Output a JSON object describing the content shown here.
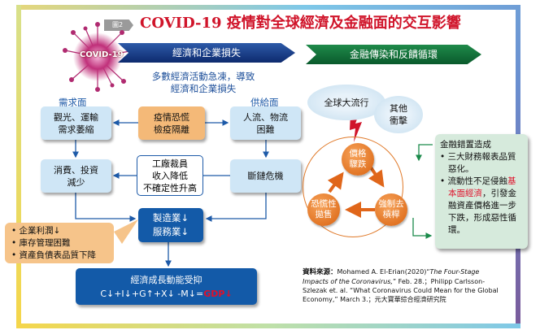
{
  "figure_tag": "圖2",
  "title": "COVID-19 疫情對全球經濟及金融面的交互影響",
  "virus_label": "COVID-19",
  "banners": {
    "economic": "經濟和企業損失",
    "financial": "金融傳染和反饋循環"
  },
  "subtitle": {
    "line1": "多數經濟活動急凍，導致",
    "line2": "經濟和企業損失"
  },
  "labels": {
    "demand": "需求面",
    "supply": "供給面"
  },
  "boxes": {
    "tourism": {
      "line1": "觀光、運輸",
      "line2": "需求萎縮"
    },
    "panic": {
      "line1": "疫情恐慌",
      "line2": "檢疫隔離"
    },
    "logistics": {
      "line1": "人流、物流",
      "line2": "困難"
    },
    "consumption": {
      "line1": "消費、投資",
      "line2": "減少"
    },
    "layoffs": {
      "line1": "工廠裁員",
      "line2": "收入降低",
      "line3": "不確定性升高"
    },
    "supply_chain": "斷鏈危機",
    "industry": {
      "line1": "製造業↓",
      "line2": "服務業↓"
    },
    "growth": {
      "line1": "經濟成長動能受抑",
      "formula": "C↓+I↓+G↑+X↓ -M↓=",
      "gdp": "GDP↓"
    }
  },
  "callout": [
    "• 企業利潤↓",
    "• 庫存管理困難",
    "• 資產負債表品質下降"
  ],
  "clouds": {
    "pandemic": "全球大流行",
    "other": {
      "line1": "其他",
      "line2": "衝擊"
    }
  },
  "cycle": {
    "price": {
      "line1": "價格",
      "line2": "驟跌"
    },
    "delever": {
      "line1": "強制去",
      "line2": "槓桿"
    },
    "panic_sell": {
      "line1": "恐慌性",
      "line2": "拋售"
    }
  },
  "financial_box": {
    "heading": "金融錯置造成",
    "item1": "• 三大財務報表品質惡化。",
    "item2_pre": "• 流動性不足侵蝕",
    "item2_red": "基本面經濟",
    "item2_post": "，引發金融資產價格進一步下跌，形成惡性循環。"
  },
  "source": {
    "label": "資料來源：",
    "text1": "Mohamed A. El-Erian(2020)“",
    "italic": "The Four-Stage Impacts of the Coronavirus,",
    "text2": "” Feb. 28.；Philipp Carlsson-Szlezak et. al. “What Coronavirus Could Mean for the Global Economy,” March 3.；元大寶華綜合經濟研究院"
  },
  "colors": {
    "title": "#d0142a",
    "dark_blue": "#135aa8",
    "green": "#0a5a2c",
    "orange": "#d9620f"
  }
}
